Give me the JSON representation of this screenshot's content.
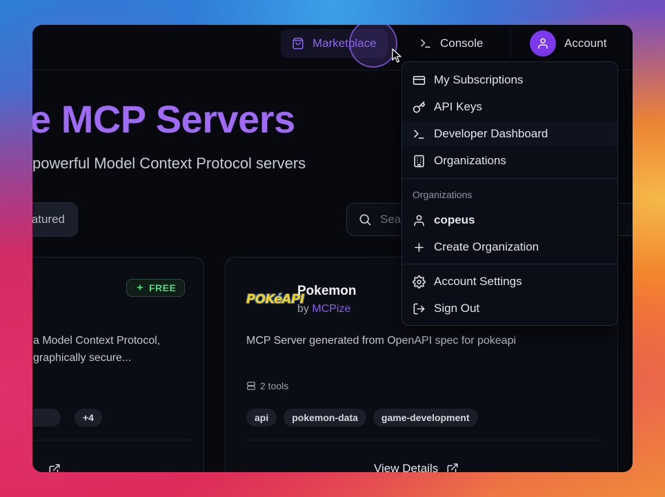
{
  "nav": {
    "marketplace": "Marketplace",
    "console": "Console",
    "account": "Account"
  },
  "hero": {
    "title": "e MCP Servers",
    "subtitle": "powerful Model Context Protocol servers"
  },
  "filters": {
    "featured": "atured",
    "search_placeholder": "Sear"
  },
  "cards": [
    {
      "badge": "FREE",
      "description": "a Model Context Protocol, graphically secure...",
      "extra_tags": "+4"
    },
    {
      "logo_text": "POKéAPI",
      "title": "Pokemon",
      "by_prefix": "by",
      "author": "MCPize",
      "description": "MCP Server generated from OpenAPI spec for pokeapi",
      "tools": "2 tools",
      "tags": [
        "api",
        "pokemon-data",
        "game-development"
      ],
      "view_details": "View Details"
    }
  ],
  "dropdown": {
    "items_top": [
      "My Subscriptions",
      "API Keys",
      "Developer Dashboard",
      "Organizations"
    ],
    "org_heading": "Organizations",
    "org_user": "copeus",
    "create_org": "Create Organization",
    "account_settings": "Account Settings",
    "sign_out": "Sign Out"
  },
  "colors": {
    "accent": "#8b5cf6",
    "free": "#4ade80",
    "window_bg": "#07090f"
  }
}
